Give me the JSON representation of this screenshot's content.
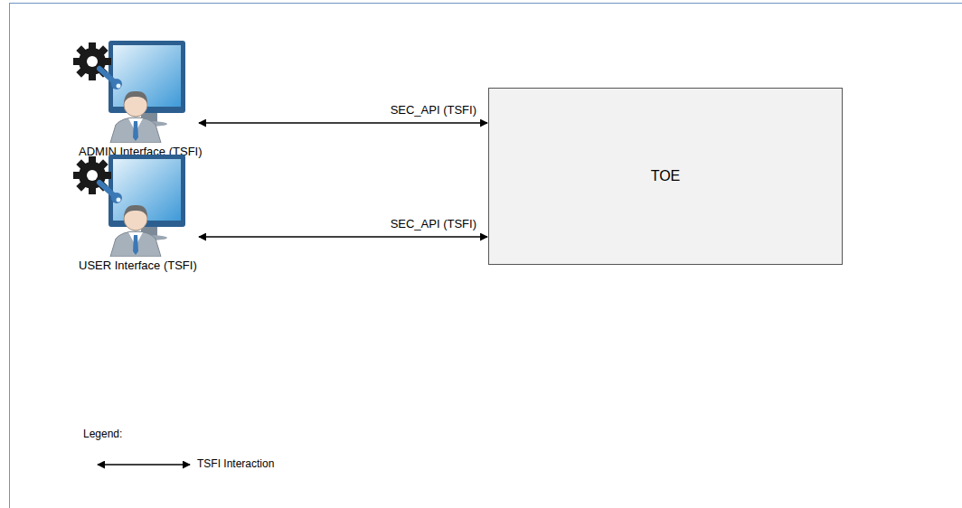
{
  "diagram": {
    "nodes": [
      {
        "text": [
          "ADMIN Interface (TSFI)"
        ]
      },
      {
        "text": [
          "USER Interface (TSFI)"
        ]
      },
      {
        "text": [
          "TOE"
        ]
      }
    ],
    "edges": [
      {
        "from": 0,
        "to": 2,
        "label": "SEC_API (TSFI)",
        "arrow": "both"
      },
      {
        "from": 1,
        "to": 2,
        "label": "SEC_API (TSFI)",
        "arrow": "both"
      }
    ],
    "labels": [
      "Legend:"
    ],
    "legend": [
      {
        "text": "TSFI Interaction"
      }
    ]
  }
}
